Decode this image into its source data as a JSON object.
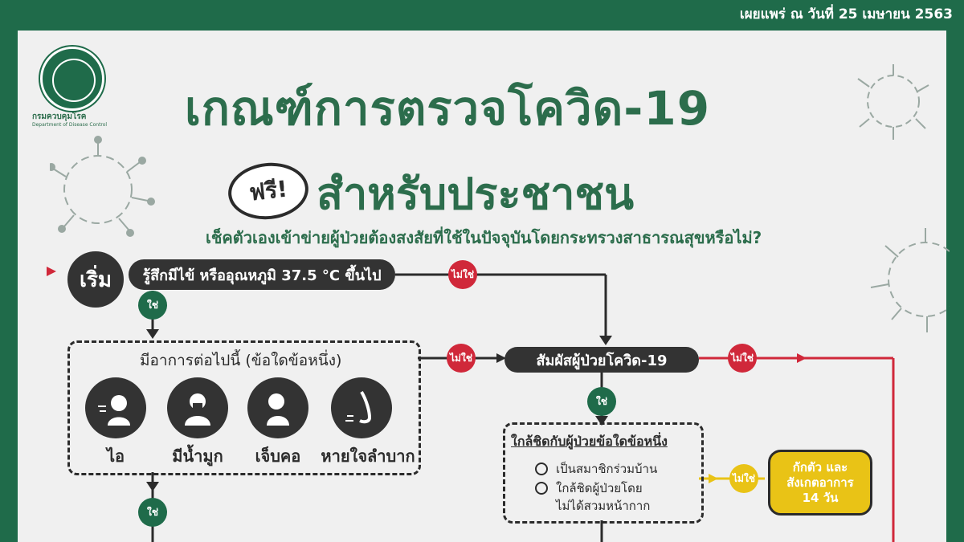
{
  "header": {
    "date": "เผยแพร่ ณ วันที่ 25 เมษายน 2563",
    "org_name": "กรมควบคุมโรค",
    "org_name_en": "Department of Disease Control"
  },
  "title": {
    "line1": "เกณฑ์การตรวจโควิด-19",
    "free_badge": "ฟรี!",
    "line2": "สำหรับประชาชน",
    "subtitle": "เช็คตัวเองเข้าข่ายผู้ป่วยต้องสงสัยที่ใช้ในปัจจุบันโดยกระทรวงสาธารณสุขหรือไม่?"
  },
  "flow": {
    "start_label": "เริ่ม",
    "q1": "รู้สึกมีไข้  หรืออุณหภูมิ 37.5 °C ขึ้นไป",
    "no": "ไม่ใช่",
    "yes": "ใช่",
    "q2": "สัมผัสผู้ป่วยโควิด-19",
    "symptoms_title": "มีอาการต่อไปนี้ (ข้อใดข้อหนึ่ง)",
    "symptoms": [
      {
        "label": "ไอ",
        "icon": "cough-icon"
      },
      {
        "label": "มีน้ำมูก",
        "icon": "runny-nose-icon"
      },
      {
        "label": "เจ็บคอ",
        "icon": "sore-throat-icon"
      },
      {
        "label": "หายใจลำบาก",
        "icon": "breathing-difficulty-icon"
      }
    ],
    "contact_title": "ใกล้ชิดกับผู้ป่วยข้อใดข้อหนึ่ง",
    "contact_options": [
      "เป็นสมาชิกร่วมบ้าน",
      "ใกล้ชิดผู้ป่วยโดย",
      "ไม่ได้สวมหน้ากาก"
    ],
    "quarantine_line1": "กักตัว และ",
    "quarantine_line2": "สังเกตอาการ",
    "quarantine_line3": "14 วัน"
  },
  "colors": {
    "brand_green": "#1f6b4a",
    "no_red": "#d0283a",
    "warn_yellow": "#e9c316",
    "dark": "#333333"
  }
}
